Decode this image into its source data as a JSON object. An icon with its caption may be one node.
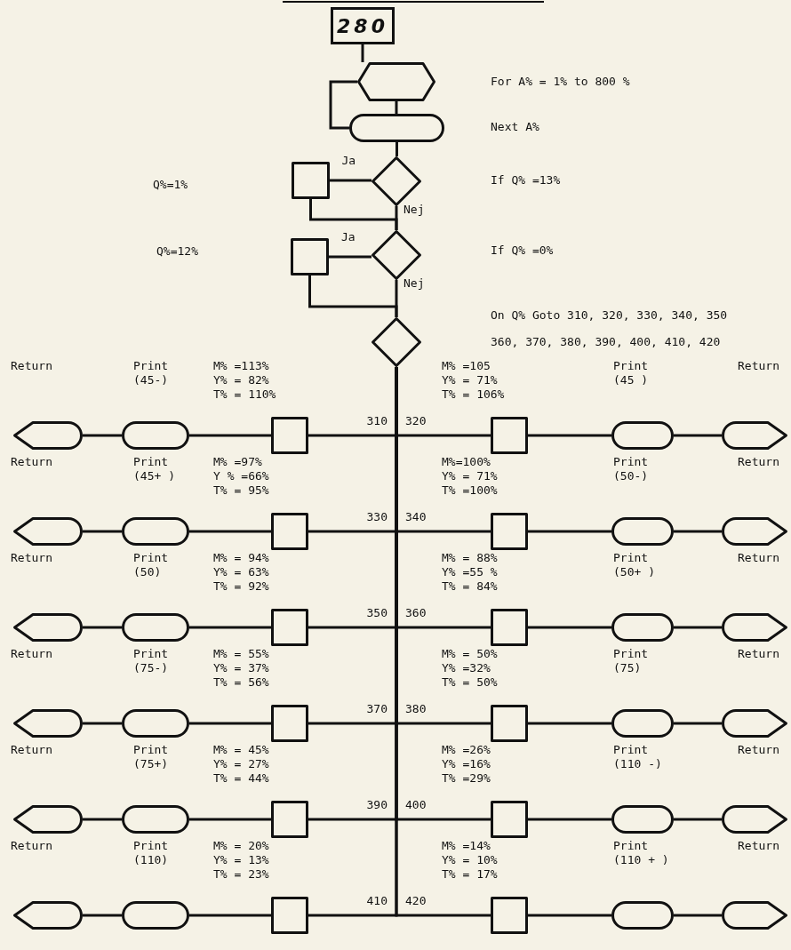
{
  "diagram": {
    "nodes": [
      {
        "text": [
          "280"
        ]
      },
      {
        "text": [],
        "shape": "hexagon"
      },
      {
        "text": [],
        "shape": "oval"
      },
      {
        "text": [],
        "shape": "diamond"
      },
      {
        "text": [],
        "shape": "box"
      },
      {
        "text": [],
        "shape": "diamond"
      },
      {
        "text": [],
        "shape": "box"
      },
      {
        "text": [],
        "shape": "diamond"
      },
      {
        "text": [],
        "shape": "pointer"
      },
      {
        "text": [],
        "shape": "oval"
      },
      {
        "text": [],
        "shape": "box"
      },
      {
        "text": [],
        "shape": "box"
      },
      {
        "text": [],
        "shape": "oval"
      },
      {
        "text": [],
        "shape": "pointer"
      },
      {
        "text": [],
        "shape": "pointer"
      },
      {
        "text": [],
        "shape": "oval"
      },
      {
        "text": [],
        "shape": "box"
      },
      {
        "text": [],
        "shape": "box"
      },
      {
        "text": [],
        "shape": "oval"
      },
      {
        "text": [],
        "shape": "pointer"
      },
      {
        "text": [],
        "shape": "pointer"
      },
      {
        "text": [],
        "shape": "oval"
      },
      {
        "text": [],
        "shape": "box"
      },
      {
        "text": [],
        "shape": "box"
      },
      {
        "text": [],
        "shape": "oval"
      },
      {
        "text": [],
        "shape": "pointer"
      },
      {
        "text": [],
        "shape": "pointer"
      },
      {
        "text": [],
        "shape": "oval"
      },
      {
        "text": [],
        "shape": "box"
      },
      {
        "text": [],
        "shape": "box"
      },
      {
        "text": [],
        "shape": "oval"
      },
      {
        "text": [],
        "shape": "pointer"
      },
      {
        "text": [],
        "shape": "pointer"
      },
      {
        "text": [],
        "shape": "oval"
      },
      {
        "text": [],
        "shape": "box"
      },
      {
        "text": [],
        "shape": "box"
      },
      {
        "text": [],
        "shape": "oval"
      },
      {
        "text": [],
        "shape": "pointer"
      },
      {
        "text": [],
        "shape": "pointer"
      },
      {
        "text": [],
        "shape": "oval"
      },
      {
        "text": [],
        "shape": "box"
      },
      {
        "text": [],
        "shape": "box"
      },
      {
        "text": [],
        "shape": "oval"
      },
      {
        "text": [],
        "shape": "pointer"
      }
    ],
    "edges": [
      {
        "from": 0,
        "to": 1,
        "arrow": "none"
      },
      {
        "from": 1,
        "to": 2,
        "arrow": "none"
      },
      {
        "from": 2,
        "to": 1,
        "arrow": "none"
      },
      {
        "from": 2,
        "to": 3,
        "arrow": "none"
      },
      {
        "from": 3,
        "to": 4,
        "arrow": "none",
        "label": "Ja"
      },
      {
        "from": 4,
        "to": 5,
        "arrow": "none"
      },
      {
        "from": 3,
        "to": 5,
        "arrow": "none",
        "label": "Nej"
      },
      {
        "from": 5,
        "to": 6,
        "arrow": "none",
        "label": "Ja"
      },
      {
        "from": 6,
        "to": 7,
        "arrow": "none"
      },
      {
        "from": 5,
        "to": 7,
        "arrow": "none",
        "label": "Nej"
      },
      {
        "from": 7,
        "to": 10,
        "arrow": "none",
        "label": "310"
      },
      {
        "from": 7,
        "to": 11,
        "arrow": "none",
        "label": "320"
      },
      {
        "from": 10,
        "to": 9,
        "arrow": "none"
      },
      {
        "from": 9,
        "to": 8,
        "arrow": "none"
      },
      {
        "from": 11,
        "to": 12,
        "arrow": "none"
      },
      {
        "from": 12,
        "to": 13,
        "arrow": "none"
      },
      {
        "from": 7,
        "to": 16,
        "arrow": "none",
        "label": "330"
      },
      {
        "from": 7,
        "to": 17,
        "arrow": "none",
        "label": "340"
      },
      {
        "from": 16,
        "to": 15,
        "arrow": "none"
      },
      {
        "from": 15,
        "to": 14,
        "arrow": "none"
      },
      {
        "from": 17,
        "to": 18,
        "arrow": "none"
      },
      {
        "from": 18,
        "to": 19,
        "arrow": "none"
      },
      {
        "from": 7,
        "to": 22,
        "arrow": "none",
        "label": "350"
      },
      {
        "from": 7,
        "to": 23,
        "arrow": "none",
        "label": "360"
      },
      {
        "from": 22,
        "to": 21,
        "arrow": "none"
      },
      {
        "from": 21,
        "to": 20,
        "arrow": "none"
      },
      {
        "from": 23,
        "to": 24,
        "arrow": "none"
      },
      {
        "from": 24,
        "to": 25,
        "arrow": "none"
      },
      {
        "from": 7,
        "to": 28,
        "arrow": "none",
        "label": "370"
      },
      {
        "from": 7,
        "to": 29,
        "arrow": "none",
        "label": "380"
      },
      {
        "from": 28,
        "to": 27,
        "arrow": "none"
      },
      {
        "from": 27,
        "to": 26,
        "arrow": "none"
      },
      {
        "from": 29,
        "to": 30,
        "arrow": "none"
      },
      {
        "from": 30,
        "to": 31,
        "arrow": "none"
      },
      {
        "from": 7,
        "to": 34,
        "arrow": "none",
        "label": "390"
      },
      {
        "from": 7,
        "to": 35,
        "arrow": "none",
        "label": "400"
      },
      {
        "from": 34,
        "to": 33,
        "arrow": "none"
      },
      {
        "from": 33,
        "to": 32,
        "arrow": "none"
      },
      {
        "from": 35,
        "to": 36,
        "arrow": "none"
      },
      {
        "from": 36,
        "to": 37,
        "arrow": "none"
      },
      {
        "from": 7,
        "to": 40,
        "arrow": "none",
        "label": "410"
      },
      {
        "from": 7,
        "to": 41,
        "arrow": "none",
        "label": "420"
      },
      {
        "from": 40,
        "to": 39,
        "arrow": "none"
      },
      {
        "from": 39,
        "to": 38,
        "arrow": "none"
      },
      {
        "from": 41,
        "to": 42,
        "arrow": "none"
      },
      {
        "from": 42,
        "to": 43,
        "arrow": "none"
      }
    ],
    "labels": [
      "For A% = 1% to 800 %",
      "Next A%",
      "Q%=1%",
      "If Q% =13%",
      "Q%=12%",
      "If Q% =0%",
      "On Q% Goto 310, 320, 330, 340, 350 360, 370, 380, 390, 400, 410, 420",
      "Return",
      "Print (45-)",
      "M% =113%",
      "Y% = 82%",
      "T% = 110%",
      "M% =105",
      "Y% = 71%",
      "T% = 106%",
      "Print (45 )",
      "Return",
      "Return",
      "Print (45+ )",
      "M% =97%",
      "Y % =66%",
      "T% = 95%",
      "M%=100%",
      "Y% = 71%",
      "T% =100%",
      "Print (50-)",
      "Return",
      "Return",
      "Print (50)",
      "M% = 94%",
      "Y% = 63%",
      "T% = 92%",
      "M% = 88%",
      "Y% =55 %",
      "T% = 84%",
      "Print (50+ )",
      "Return",
      "Return",
      "Print (75-)",
      "M% = 55%",
      "Y% = 37%",
      "T% = 56%",
      "M% = 50%",
      "Y% =32%",
      "T% = 50%",
      "Print (75)",
      "Return",
      "Return",
      "Print (75+)",
      "M% = 45%",
      "Y% = 27%",
      "T% = 44%",
      "M% =26%",
      "Y% =16%",
      "T% =29%",
      "Print (110 -)",
      "Return",
      "Return",
      "Print (110)",
      "M% = 20%",
      "Y% = 13%",
      "T% = 23%",
      "M% =14%",
      "Y% = 10%",
      "T% = 17%",
      "Print (110 + )",
      "Return"
    ]
  }
}
